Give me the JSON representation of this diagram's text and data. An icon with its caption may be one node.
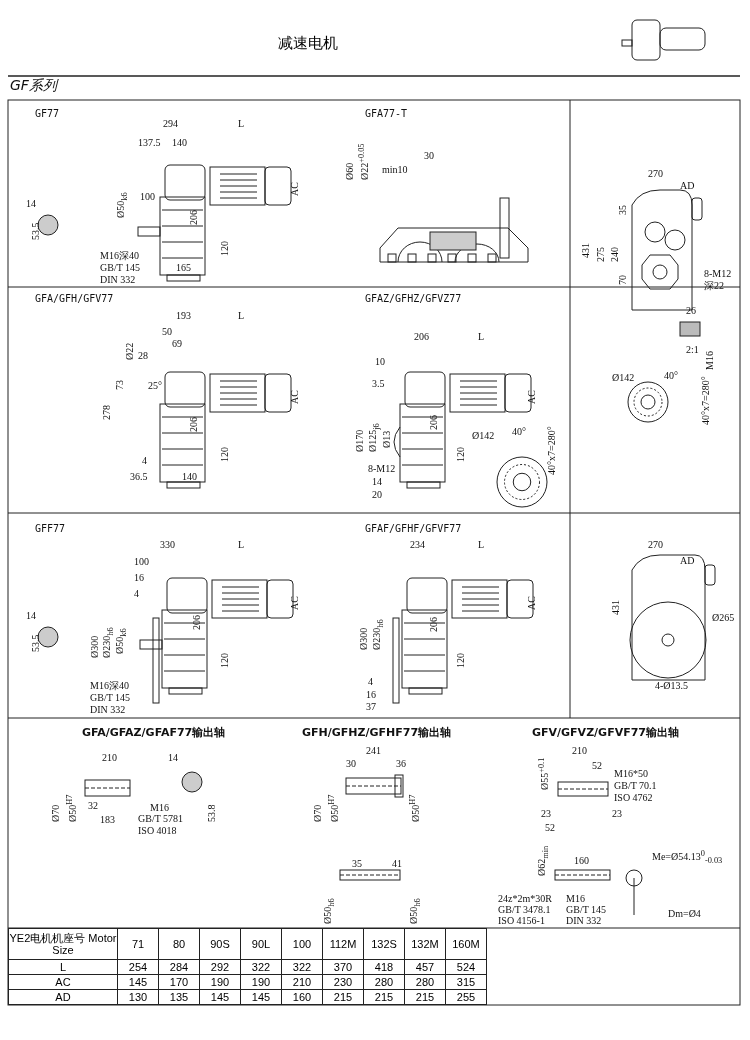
{
  "diagram": {
    "title": "减速电机",
    "labels": [
      "GF系列",
      "GF77",
      "294",
      "L",
      "137.5",
      "140",
      "Ø50$_{k6}$",
      "100",
      "206",
      "AC",
      "120",
      "165",
      "M16深40",
      "GB/T 145",
      "DIN 332",
      "14",
      "53.5",
      "GFA77-T",
      "Ø60",
      "Ø22$^{+0.05}$",
      "30",
      "min10",
      "270",
      "AD",
      "35",
      "431",
      "275",
      "240",
      "70",
      "8-M12",
      "深22",
      "26",
      "2:1",
      "M16",
      "Ø142",
      "40°",
      "40°x7=280°",
      "GFA/GFH/GFV77",
      "193",
      "L",
      "50",
      "69",
      "Ø22",
      "28",
      "73",
      "25°",
      "278",
      "206",
      "AC",
      "120",
      "4",
      "36.5",
      "140",
      "GFAZ/GFHZ/GFVZ77",
      "206",
      "L",
      "10",
      "3.5",
      "Ø170",
      "Ø125$_{j6}$",
      "Ø13",
      "206",
      "AC",
      "120",
      "8-M12",
      "14",
      "20",
      "Ø142",
      "40°",
      "40°x7=280°",
      "GFF77",
      "330",
      "L",
      "100",
      "16",
      "4",
      "14",
      "53.5",
      "Ø300",
      "Ø230$_{h6}$",
      "Ø50$_{k6}$",
      "206",
      "AC",
      "120",
      "M16深40",
      "GB/T 145",
      "DIN 332",
      "GFAF/GFHF/GFVF77",
      "234",
      "L",
      "Ø300",
      "Ø230$_{h6}$",
      "206",
      "AC",
      "120",
      "4",
      "16",
      "37",
      "270",
      "AD",
      "431",
      "Ø265",
      "4-Ø13.5",
      "GFA/GFAZ/GFAF77输出轴",
      "210",
      "14",
      "Ø70",
      "Ø50$^{H7}$",
      "32",
      "183",
      "M16",
      "GB/T 5781",
      "ISO 4018",
      "53.8",
      "GFH/GFHZ/GFHF77输出轴",
      "241",
      "30",
      "36",
      "Ø70",
      "Ø50$^{H7}$",
      "Ø50$^{H7}$",
      "35",
      "41",
      "Ø50$_{h6}$",
      "Ø50$_{h6}$",
      "GFV/GFVZ/GFVF77输出轴",
      "Ø55$^{+0.1}$",
      "210",
      "52",
      "M16*50",
      "GB/T 70.1",
      "ISO 4762",
      "23",
      "23",
      "52",
      "Ø62$_{min}$",
      "160",
      "24z*2m*30R",
      "GB/T 3478.1",
      "ISO 4156-1",
      "M16",
      "GB/T 145",
      "DIN 332",
      "Me=Ø54.13$^{0}$$_{-0.03}$",
      "Dm=Ø4",
      "YE2电机机座号 Motor Size",
      "71",
      "80",
      "90S",
      "90L",
      "100",
      "112M",
      "132S",
      "132M",
      "160M",
      "L",
      "254",
      "284",
      "292",
      "322",
      "322",
      "370",
      "418",
      "457",
      "524",
      "AC",
      "145",
      "170",
      "190",
      "190",
      "210",
      "230",
      "280",
      "280",
      "315",
      "AD",
      "130",
      "135",
      "145",
      "145",
      "160",
      "215",
      "215",
      "215",
      "255"
    ]
  }
}
